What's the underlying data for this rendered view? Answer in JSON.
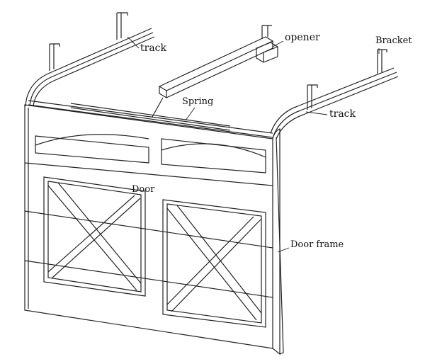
{
  "labels": {
    "track_left": "track",
    "opener": "opener",
    "bracket": "Bracket",
    "spring": "Spring",
    "track_right": "track",
    "door": "Door",
    "door_frame": "Door frame"
  },
  "colors": {
    "line": "#222222",
    "background": "#ffffff"
  }
}
